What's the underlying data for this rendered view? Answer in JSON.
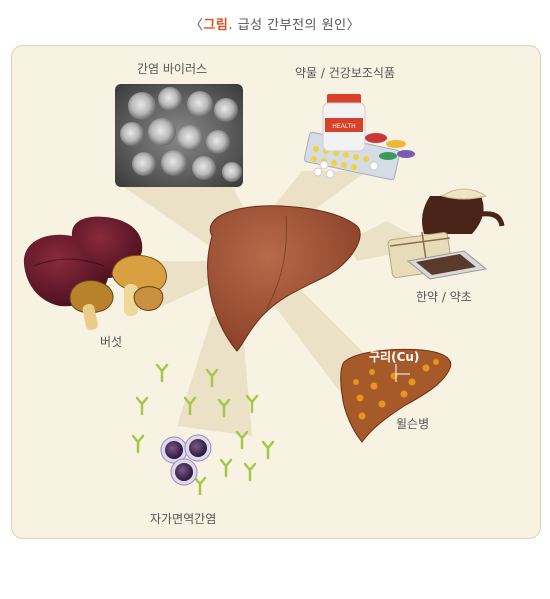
{
  "title": {
    "open": "〈",
    "accent": "그림",
    "rest": ". 급성 간부전의 원인",
    "close": "〉"
  },
  "causes": {
    "virus": "간염 바이러스",
    "drugs": "약물 / 건강보조식품",
    "herbal": "한약 / 약초",
    "mushroom": "버섯",
    "wilson": "윌슨병",
    "copper": "구리(Cu)",
    "autoimmune": "자가면역간염"
  },
  "pill_bottle_label": "HEALTH",
  "colors": {
    "liver": "#a25538",
    "beam": "#e6dcc0",
    "panel_bg": "#f7f2e2",
    "accent": "#d9531e",
    "copper_dot": "#e8951f"
  }
}
